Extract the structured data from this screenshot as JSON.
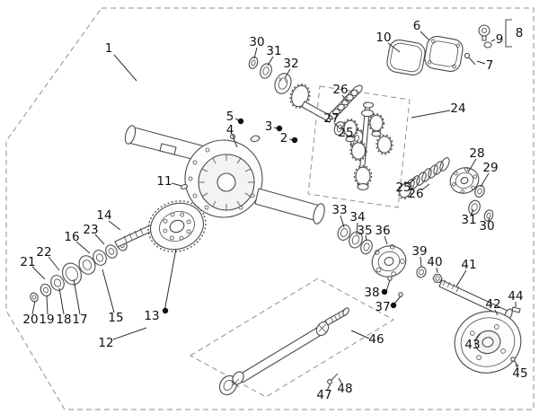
{
  "colors": {
    "ink": "#4b4b4b",
    "leader": "#2e2e2e",
    "label": "#101010",
    "dash": "#8f8f8f",
    "dot": "#101010",
    "paper": "#ffffff"
  },
  "callouts": [
    {
      "n": "1",
      "label": [
        121,
        54
      ],
      "line": [
        [
          127,
          61
        ],
        [
          152,
          90
        ]
      ]
    },
    {
      "n": "30",
      "label": [
        286,
        47
      ],
      "line": [
        [
          286,
          53
        ],
        [
          283,
          65
        ]
      ]
    },
    {
      "n": "31",
      "label": [
        305,
        57
      ],
      "line": [
        [
          304,
          63
        ],
        [
          298,
          73
        ]
      ]
    },
    {
      "n": "32",
      "label": [
        324,
        71
      ],
      "line": [
        [
          323,
          77
        ],
        [
          317,
          87
        ]
      ]
    },
    {
      "n": "26",
      "label": [
        379,
        100
      ],
      "line": [
        [
          381,
          106
        ],
        [
          387,
          114
        ]
      ]
    },
    {
      "n": "27",
      "label": [
        369,
        132
      ],
      "line": [
        [
          372,
          137
        ],
        [
          377,
          142
        ]
      ]
    },
    {
      "n": "25",
      "label": [
        385,
        148
      ],
      "line": [
        [
          389,
          151
        ],
        [
          393,
          153
        ]
      ]
    },
    {
      "n": "24",
      "label": [
        510,
        121
      ],
      "line": [
        [
          501,
          123
        ],
        [
          458,
          131
        ]
      ]
    },
    {
      "n": "10",
      "label": [
        427,
        42
      ],
      "line": [
        [
          432,
          48
        ],
        [
          445,
          58
        ]
      ]
    },
    {
      "n": "6",
      "label": [
        464,
        29
      ],
      "line": [
        [
          468,
          35
        ],
        [
          478,
          45
        ]
      ]
    },
    {
      "n": "9",
      "label": [
        556,
        44
      ],
      "line": [
        [
          551,
          44
        ],
        [
          547,
          46
        ]
      ]
    },
    {
      "n": "8",
      "label": [
        578,
        37
      ],
      "line": null
    },
    {
      "n": "7",
      "label": [
        545,
        73
      ],
      "line": [
        [
          540,
          71
        ],
        [
          531,
          68
        ]
      ]
    },
    {
      "n": "5",
      "label": [
        256,
        130
      ],
      "line": [
        [
          262,
          132
        ],
        [
          266,
          134
        ]
      ],
      "dot": [
        268,
        135
      ]
    },
    {
      "n": "4",
      "label": [
        256,
        145
      ],
      "line": [
        [
          259,
          150
        ],
        [
          261,
          156
        ]
      ]
    },
    {
      "n": "3",
      "label": [
        299,
        141
      ],
      "line": [
        [
          305,
          142
        ],
        [
          309,
          143
        ]
      ],
      "dot": [
        311,
        143
      ]
    },
    {
      "n": "2",
      "label": [
        316,
        154
      ],
      "line": [
        [
          322,
          155
        ],
        [
          326,
          156
        ]
      ],
      "dot": [
        328,
        156
      ]
    },
    {
      "n": "11",
      "label": [
        183,
        202
      ],
      "line": [
        [
          191,
          204
        ],
        [
          202,
          207
        ]
      ]
    },
    {
      "n": "25",
      "label": [
        449,
        209
      ],
      "line": [
        [
          455,
          205
        ],
        [
          463,
          198
        ]
      ]
    },
    {
      "n": "26",
      "label": [
        463,
        216
      ],
      "line": [
        [
          469,
          212
        ],
        [
          478,
          205
        ]
      ]
    },
    {
      "n": "28",
      "label": [
        531,
        171
      ],
      "line": [
        [
          530,
          177
        ],
        [
          521,
          192
        ]
      ]
    },
    {
      "n": "29",
      "label": [
        546,
        187
      ],
      "line": [
        [
          544,
          193
        ],
        [
          535,
          208
        ]
      ]
    },
    {
      "n": "31",
      "label": [
        522,
        245
      ],
      "line": [
        [
          524,
          240
        ],
        [
          527,
          233
        ]
      ]
    },
    {
      "n": "30",
      "label": [
        542,
        252
      ],
      "line": [
        [
          543,
          247
        ],
        [
          545,
          243
        ]
      ]
    },
    {
      "n": "33",
      "label": [
        378,
        234
      ],
      "line": [
        [
          379,
          240
        ],
        [
          383,
          253
        ]
      ]
    },
    {
      "n": "34",
      "label": [
        398,
        242
      ],
      "line": [
        [
          398,
          248
        ],
        [
          397,
          261
        ]
      ]
    },
    {
      "n": "35",
      "label": [
        406,
        257
      ],
      "line": [
        [
          407,
          262
        ],
        [
          408,
          268
        ]
      ]
    },
    {
      "n": "36",
      "label": [
        426,
        257
      ],
      "line": [
        [
          428,
          263
        ],
        [
          431,
          272
        ]
      ]
    },
    {
      "n": "14",
      "label": [
        116,
        240
      ],
      "line": [
        [
          121,
          246
        ],
        [
          134,
          256
        ]
      ]
    },
    {
      "n": "23",
      "label": [
        101,
        256
      ],
      "line": [
        [
          106,
          261
        ],
        [
          116,
          272
        ]
      ]
    },
    {
      "n": "16",
      "label": [
        80,
        264
      ],
      "line": [
        [
          85,
          269
        ],
        [
          100,
          282
        ]
      ]
    },
    {
      "n": "22",
      "label": [
        49,
        281
      ],
      "line": [
        [
          54,
          286
        ],
        [
          66,
          301
        ]
      ]
    },
    {
      "n": "21",
      "label": [
        31,
        292
      ],
      "line": [
        [
          36,
          297
        ],
        [
          50,
          311
        ]
      ]
    },
    {
      "n": "20",
      "label": [
        34,
        356
      ],
      "line": [
        [
          36,
          350
        ],
        [
          39,
          335
        ]
      ]
    },
    {
      "n": "19",
      "label": [
        52,
        356
      ],
      "line": [
        [
          53,
          350
        ],
        [
          52,
          329
        ]
      ]
    },
    {
      "n": "18",
      "label": [
        71,
        356
      ],
      "line": [
        [
          71,
          350
        ],
        [
          66,
          321
        ]
      ]
    },
    {
      "n": "17",
      "label": [
        89,
        356
      ],
      "line": [
        [
          89,
          350
        ],
        [
          82,
          311
        ]
      ]
    },
    {
      "n": "15",
      "label": [
        129,
        354
      ],
      "line": [
        [
          127,
          348
        ],
        [
          114,
          300
        ]
      ]
    },
    {
      "n": "13",
      "label": [
        169,
        352
      ],
      "line": [
        [
          183,
          347
        ],
        [
          196,
          277
        ]
      ],
      "dot": [
        184,
        346
      ]
    },
    {
      "n": "12",
      "label": [
        118,
        382
      ],
      "line": [
        [
          126,
          378
        ],
        [
          163,
          365
        ]
      ]
    },
    {
      "n": "38",
      "label": [
        414,
        326
      ],
      "line": [
        [
          430,
          324
        ],
        [
          434,
          312
        ]
      ],
      "dot": [
        428,
        325
      ]
    },
    {
      "n": "37",
      "label": [
        426,
        342
      ],
      "line": [
        [
          439,
          338
        ],
        [
          446,
          330
        ]
      ],
      "dot": [
        438,
        340
      ]
    },
    {
      "n": "39",
      "label": [
        467,
        280
      ],
      "line": [
        [
          468,
          286
        ],
        [
          469,
          297
        ]
      ]
    },
    {
      "n": "40",
      "label": [
        484,
        292
      ],
      "line": [
        [
          486,
          298
        ],
        [
          487,
          304
        ]
      ]
    },
    {
      "n": "41",
      "label": [
        522,
        295
      ],
      "line": [
        [
          519,
          301
        ],
        [
          508,
          319
        ]
      ]
    },
    {
      "n": "42",
      "label": [
        549,
        339
      ],
      "line": [
        [
          551,
          345
        ],
        [
          554,
          351
        ]
      ]
    },
    {
      "n": "44",
      "label": [
        574,
        330
      ],
      "line": [
        [
          574,
          336
        ],
        [
          574,
          342
        ]
      ]
    },
    {
      "n": "43",
      "label": [
        526,
        384
      ],
      "line": [
        [
          529,
          379
        ],
        [
          535,
          371
        ]
      ]
    },
    {
      "n": "45",
      "label": [
        579,
        416
      ],
      "line": [
        [
          577,
          411
        ],
        [
          574,
          406
        ]
      ]
    },
    {
      "n": "46",
      "label": [
        419,
        378
      ],
      "line": [
        [
          411,
          377
        ],
        [
          391,
          368
        ]
      ]
    },
    {
      "n": "47",
      "label": [
        361,
        440
      ],
      "line": [
        [
          364,
          435
        ],
        [
          368,
          427
        ]
      ]
    },
    {
      "n": "48",
      "label": [
        384,
        433
      ],
      "line": [
        [
          381,
          428
        ],
        [
          377,
          421
        ]
      ]
    }
  ]
}
